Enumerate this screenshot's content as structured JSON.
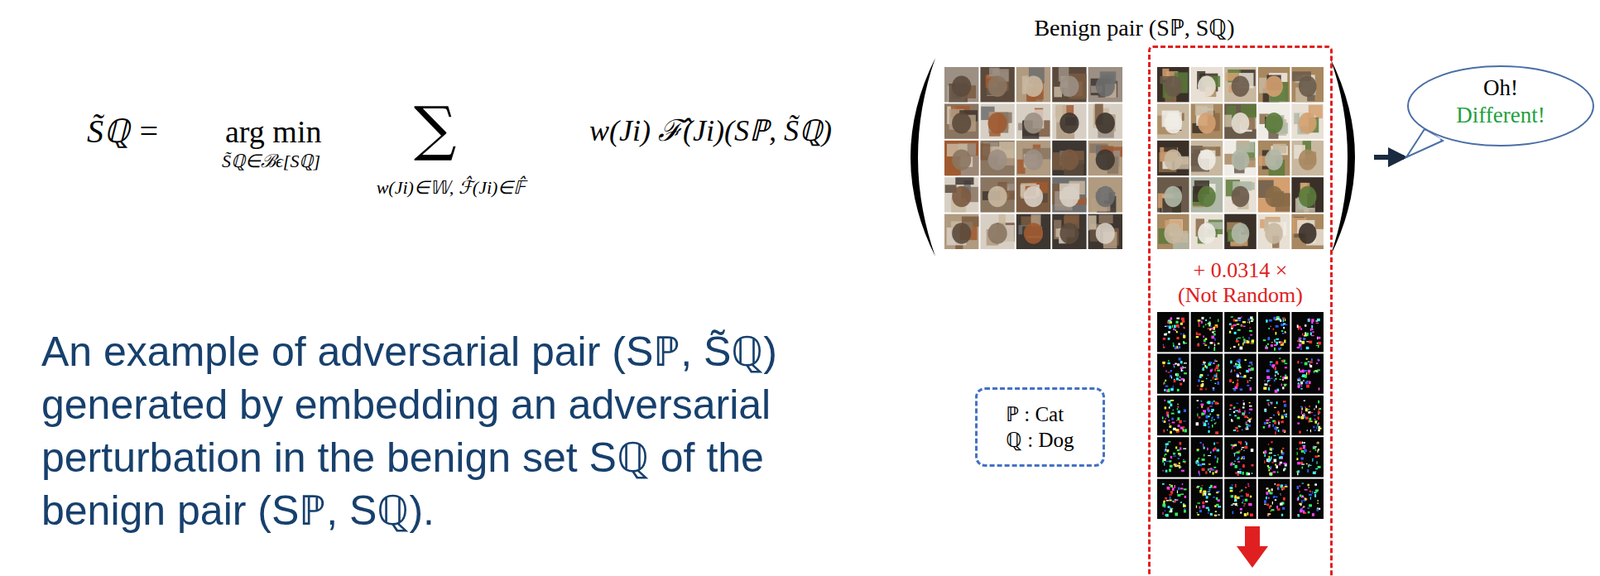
{
  "diagram": {
    "nodes": [
      {
        "text": [
          "Benign pair (Sℙ, Sℚ)"
        ]
      },
      {
        "text": [
          "Oh!",
          "Different!"
        ]
      },
      {
        "text": [
          "+ 0.0314 ×",
          "(Not Random)"
        ]
      },
      {
        "text": [
          "ℙ : Cat",
          "ℚ : Dog"
        ]
      }
    ],
    "edges": [
      {
        "from": 0,
        "to": 1,
        "arrow": "to"
      }
    ],
    "labels": [
      "S̃ℚ =",
      "arg min",
      "S̃ℚ∈ℬϵ[Sℚ]",
      "∑",
      "w(Ji)∈𝕎, ℱ̂(Ji)∈𝔽̂",
      "w(Ji) ℱ̂(Ji)(Sℙ, S̃ℚ)",
      "An example of adversarial pair (Sℙ, S̃ℚ) generated by embedding an adversarial perturbation in the benign set Sℚ of the benign pair (Sℙ, Sℚ)."
    ]
  }
}
